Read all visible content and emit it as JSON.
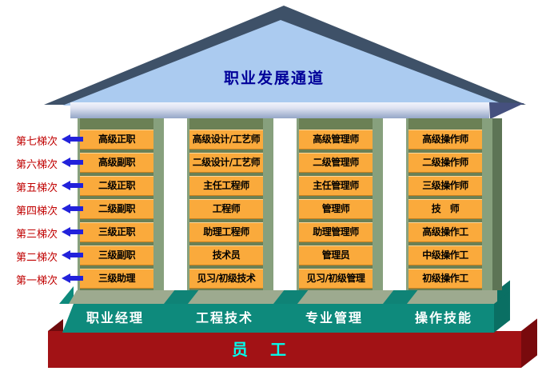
{
  "title": "职业发展通道",
  "tiers": [
    "第七梯次",
    "第六梯次",
    "第五梯次",
    "第四梯次",
    "第三梯次",
    "第二梯次",
    "第一梯次"
  ],
  "columns": [
    {
      "category": "职业经理",
      "levels": [
        "高级正职",
        "高级副职",
        "二级正职",
        "二级副职",
        "三级正职",
        "三级副职",
        "三级助理"
      ]
    },
    {
      "category": "工程技术",
      "levels": [
        "高级设计/工艺师",
        "二级设计/工艺师",
        "主任工程师",
        "工程师",
        "助理工程师",
        "技术员",
        "见习/初级技术"
      ]
    },
    {
      "category": "专业管理",
      "levels": [
        "高级管理师",
        "二级管理师",
        "主任管理师",
        "管理师",
        "助理管理师",
        "管理员",
        "见习/初级管理"
      ]
    },
    {
      "category": "操作技能",
      "levels": [
        "高级操作师",
        "二级操作师",
        "三级操作师",
        "技　师",
        "高级操作工",
        "中级操作工",
        "初级操作工"
      ]
    }
  ],
  "base_label": "员　工",
  "colors": {
    "roof_dark": "#3e5168",
    "roof_light": "#abcbf0",
    "eave_wedge": "#45507e",
    "title_text": "#000099",
    "tier_text": "#c00000",
    "arrow_blue": "#2222db",
    "pillar_sage": "#87a07d",
    "pillar_channel": "#6b8055",
    "box_orange": "#faaa3c",
    "platform_teal": "#0e8a7c",
    "platform_teal_dark": "#0a6f63",
    "pedestal_band": "#9daa8f",
    "base_red": "#a21215",
    "base_red_dark": "#790a0d",
    "base_text_cyan": "#00ffef"
  }
}
